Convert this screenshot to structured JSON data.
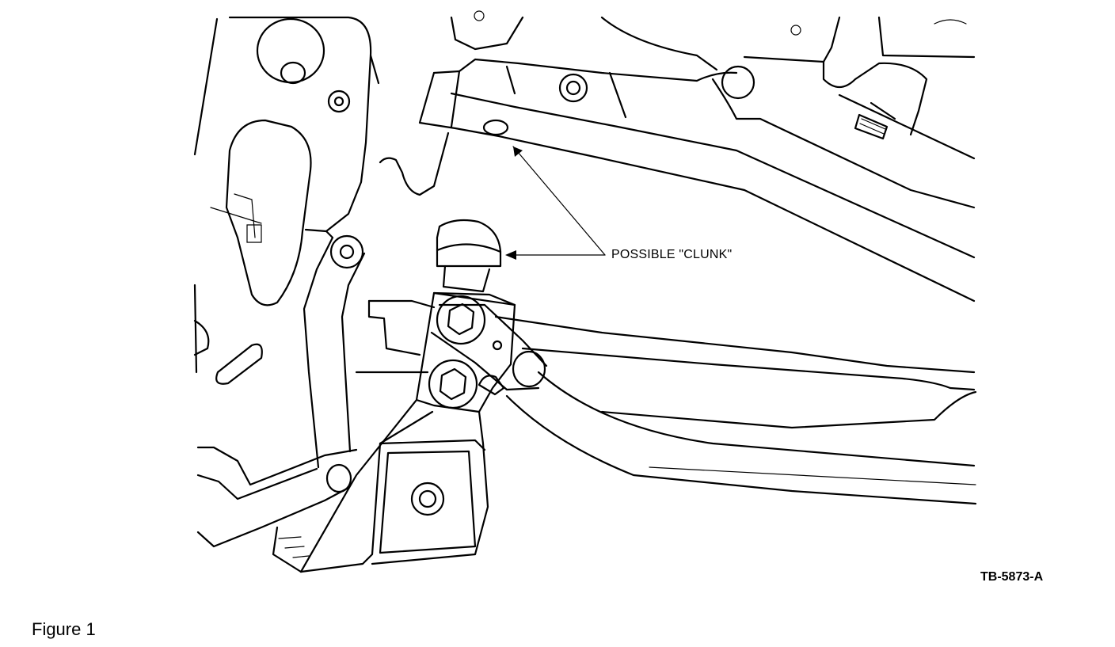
{
  "diagram": {
    "callout_label": "POSSIBLE \"CLUNK\"",
    "part_number": "TB-5873-A",
    "caption": "Figure 1",
    "line_color": "#000000",
    "background_color": "#ffffff"
  }
}
